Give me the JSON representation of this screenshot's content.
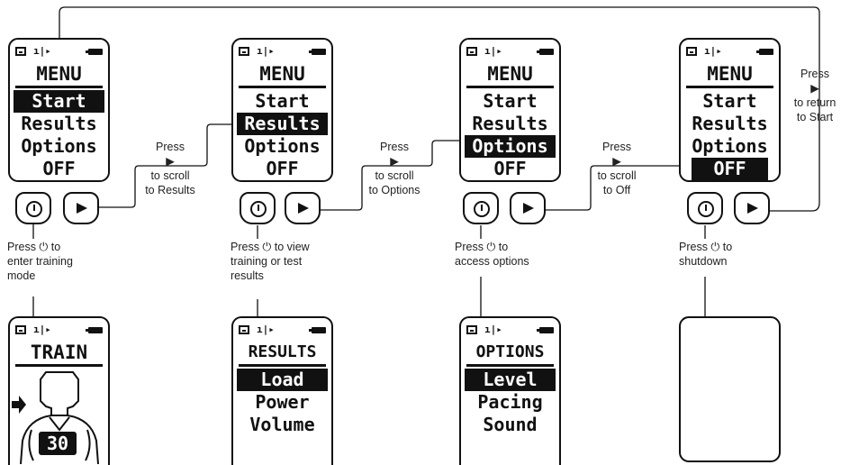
{
  "status_icons": [
    "mode-icon",
    "sound-icon",
    "battery-icon"
  ],
  "menu": {
    "title": "MENU",
    "items": [
      "Start",
      "Results",
      "Options",
      "OFF"
    ]
  },
  "train": {
    "title": "TRAIN",
    "counter": "30"
  },
  "results": {
    "title": "RESULTS",
    "items": [
      "Load",
      "Power",
      "Volume"
    ]
  },
  "options": {
    "title": "OPTIONS",
    "items": [
      "Level",
      "Pacing",
      "Sound"
    ]
  },
  "labels": {
    "scroll_results": "Press\n▶\nto scroll\nto Results",
    "scroll_options": "Press\n▶\nto scroll\nto Options",
    "scroll_off": "Press\n▶\nto scroll\nto Off",
    "return_start": "Press\n▶\nto return\nto Start",
    "enter_training": "Press ⏻ to\nenter training\nmode",
    "view_results": "Press ⏻ to view\ntraining or test\nresults",
    "access_options": "Press ⏻ to\naccess options",
    "shutdown": "Press ⏻ to\nshutdown"
  }
}
